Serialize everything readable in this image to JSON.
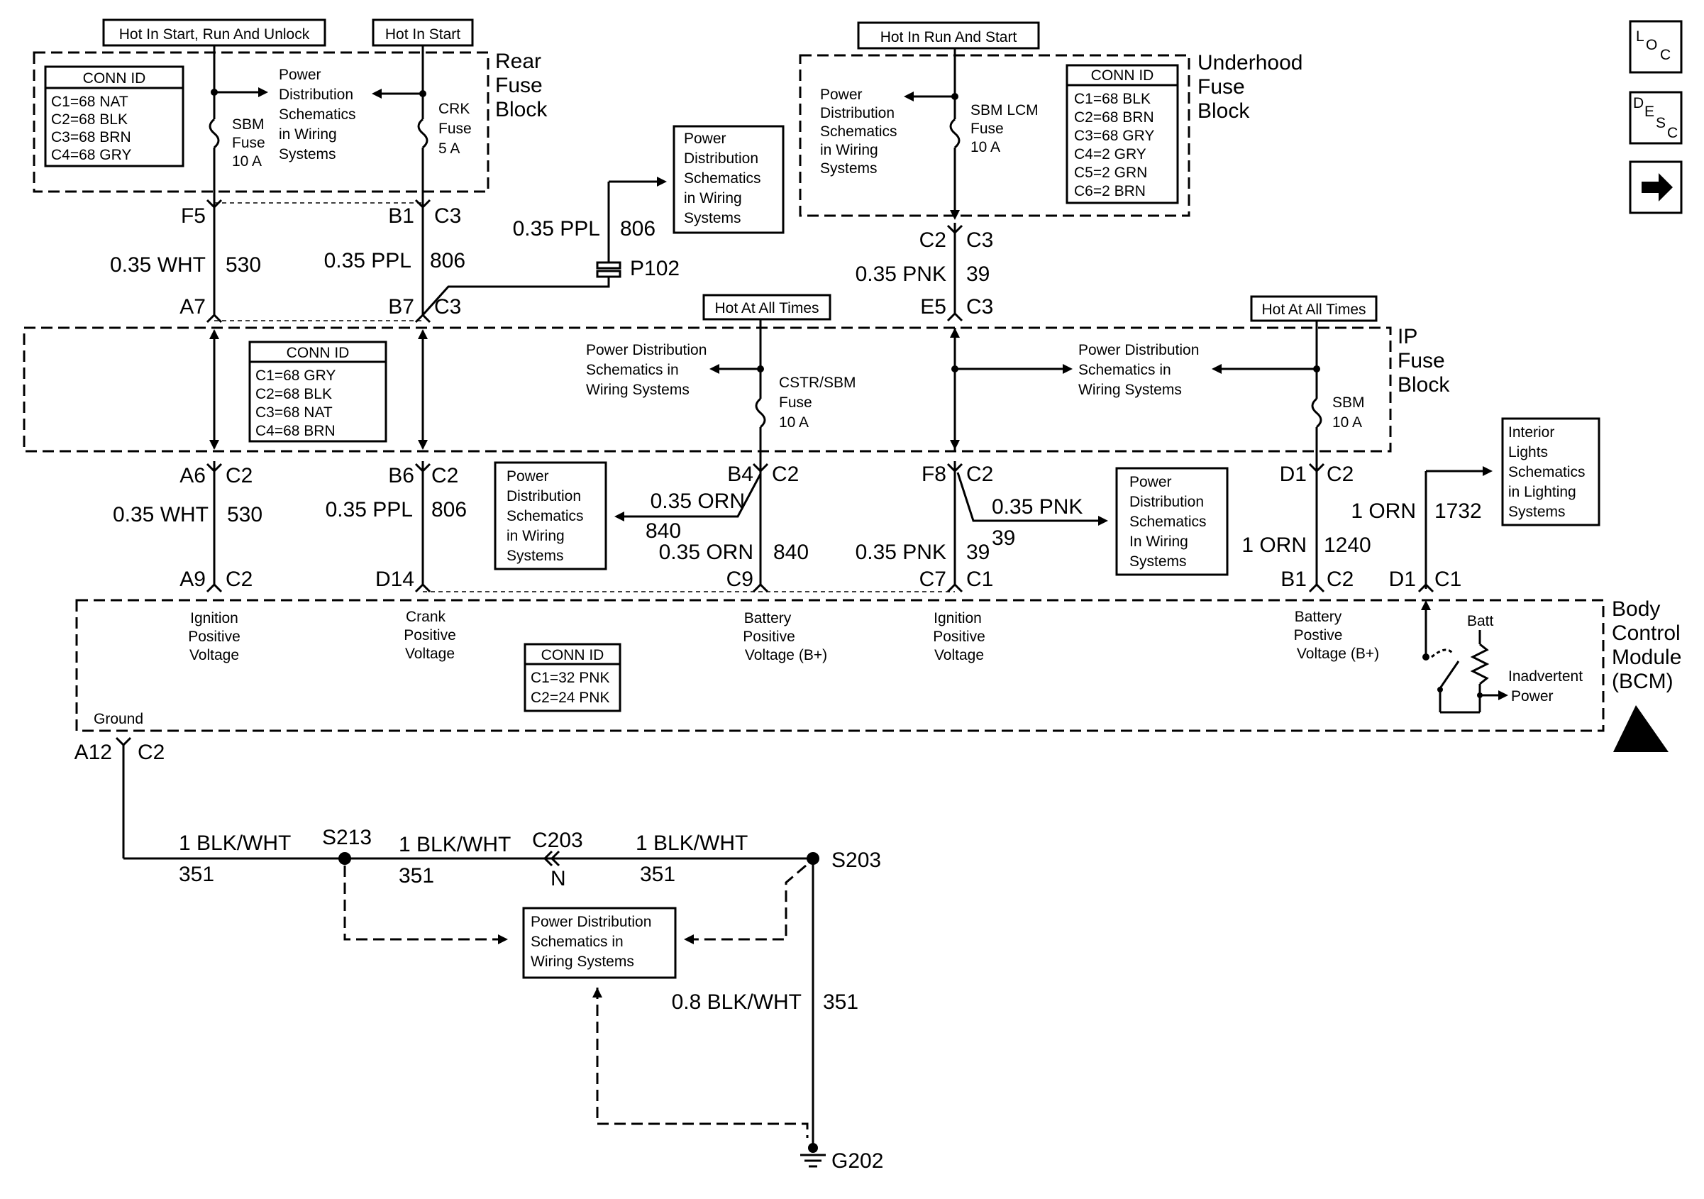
{
  "header_labels": {
    "hot_start_run_unlock": "Hot In Start, Run And Unlock",
    "hot_in_start": "Hot In Start",
    "hot_run_start": "Hot In Run And Start",
    "hot_all_times_1": "Hot At All Times",
    "hot_all_times_2": "Hot At All Times"
  },
  "blocks": {
    "rear_fuse": [
      "Rear",
      "Fuse",
      "Block"
    ],
    "underhood_fuse": [
      "Underhood",
      "Fuse",
      "Block"
    ],
    "ip_fuse": [
      "IP",
      "Fuse",
      "Block"
    ],
    "bcm": [
      "Body",
      "Control",
      "Module",
      "(BCM)"
    ]
  },
  "conn_id_tables": {
    "rear": {
      "title": "CONN ID",
      "rows": [
        "C1=68 NAT",
        "C2=68 BLK",
        "C3=68 BRN",
        "C4=68 GRY"
      ]
    },
    "underhood": {
      "title": "CONN ID",
      "rows": [
        "C1=68 BLK",
        "C2=68 BRN",
        "C3=68 GRY",
        "C4=2 GRY",
        "C5=2 GRN",
        "C6=2 BRN"
      ]
    },
    "ip": {
      "title": "CONN ID",
      "rows": [
        "C1=68 GRY",
        "C2=68 BLK",
        "C3=68 NAT",
        "C4=68 BRN"
      ]
    },
    "bcm": {
      "title": "CONN ID",
      "rows": [
        "C1=32 PNK",
        "C2=24 PNK"
      ]
    }
  },
  "fuses": {
    "sbm_rear": [
      "SBM",
      "Fuse",
      "10 A"
    ],
    "crk": [
      "CRK",
      "Fuse",
      "5 A"
    ],
    "sbm_lcm": [
      "SBM LCM",
      "Fuse",
      "10 A"
    ],
    "cstr_sbm": [
      "CSTR/SBM",
      "Fuse",
      "10 A"
    ],
    "sbm_ip": [
      "SBM",
      "10 A"
    ]
  },
  "pds_refs": {
    "rear": [
      "Power",
      "Distribution",
      "Schematics",
      "in Wiring",
      "Systems"
    ],
    "p102": [
      "Power",
      "Distribution",
      "Schematics",
      "in Wiring",
      "Systems"
    ],
    "underhood": [
      "Power",
      "Distribution",
      "Schematics",
      "in Wiring",
      "Systems"
    ],
    "ip_left": [
      "Power Distribution",
      "Schematics in",
      "Wiring Systems"
    ],
    "ip_right": [
      "Power Distribution",
      "Schematics in",
      "Wiring Systems"
    ],
    "b4": [
      "Power",
      "Distribution",
      "Schematics",
      "in Wiring",
      "Systems"
    ],
    "f8": [
      "Power",
      "Distribution",
      "Schematics",
      "In Wiring",
      "Systems"
    ],
    "interior": [
      "Interior",
      "Lights",
      "Schematics",
      "in Lighting",
      "Systems"
    ],
    "ground": [
      "Power Distribution",
      "Schematics in",
      "Wiring Systems"
    ]
  },
  "pins": {
    "f5": "F5",
    "b1": "B1",
    "b1_c": "C3",
    "a7": "A7",
    "b7": "B7",
    "b7_c": "C3",
    "c2_uh": "C2",
    "c3_uh": "C3",
    "e5": "E5",
    "e5_c": "C3",
    "a6": "A6",
    "a6_c": "C2",
    "b6": "B6",
    "b6_c": "C2",
    "b4": "B4",
    "b4_c": "C2",
    "f8": "F8",
    "f8_c": "C2",
    "d1_ip": "D1",
    "d1_ip_c": "C2",
    "a9": "A9",
    "a9_c": "C2",
    "d14": "D14",
    "c9": "C9",
    "c7": "C7",
    "c7_c": "C1",
    "b1_bcm": "B1",
    "b1_bcm_c": "C2",
    "d1_bcm": "D1",
    "d1_bcm_c": "C1",
    "a12": "A12",
    "a12_c": "C2",
    "p102": "P102",
    "c203": "C203",
    "c203_n": "N",
    "s213": "S213",
    "s203": "S203",
    "g202": "G202"
  },
  "wires": {
    "w530_top": {
      "color": "0.35 WHT",
      "circuit": "530"
    },
    "w806_top": {
      "color": "0.35 PPL",
      "circuit": "806"
    },
    "w806_p102": {
      "color": "0.35 PPL",
      "circuit": "806"
    },
    "w39_top": {
      "color": "0.35 PNK",
      "circuit": "39"
    },
    "w530_bot": {
      "color": "0.35 WHT",
      "circuit": "530"
    },
    "w806_bot": {
      "color": "0.35 PPL",
      "circuit": "806"
    },
    "w840_branch": {
      "color": "0.35 ORN",
      "circuit": "840"
    },
    "w840_bot": {
      "color": "0.35 ORN",
      "circuit": "840"
    },
    "w39_branch": {
      "color": "0.35 PNK",
      "circuit": "39"
    },
    "w39_bot": {
      "color": "0.35 PNK",
      "circuit": "39"
    },
    "w1240": {
      "color": "1 ORN",
      "circuit": "1240"
    },
    "w1732": {
      "color": "1 ORN",
      "circuit": "1732"
    },
    "g1": {
      "color": "1 BLK/WHT",
      "circuit": "351"
    },
    "g2": {
      "color": "1 BLK/WHT",
      "circuit": "351"
    },
    "g3": {
      "color": "1 BLK/WHT",
      "circuit": "351"
    },
    "g4": {
      "color": "0.8 BLK/WHT",
      "circuit": "351"
    }
  },
  "bcm_inputs": {
    "ign1": [
      "Ignition",
      "Positive",
      "Voltage"
    ],
    "crank": [
      "Crank",
      "Positive",
      "Voltage"
    ],
    "batt1": [
      "Battery",
      "Positive",
      "Voltage (B+)"
    ],
    "ign2": [
      "Ignition",
      "Positive",
      "Voltage"
    ],
    "batt2": [
      "Battery",
      "Postive",
      "Voltage (B+)"
    ],
    "ground": "Ground",
    "batt_label": "Batt",
    "inadvertent": [
      "Inadvertent",
      "Power"
    ]
  },
  "nav": {
    "loc": [
      "L",
      "O",
      "C"
    ],
    "desc": [
      "D",
      "E",
      "S",
      "C"
    ]
  }
}
